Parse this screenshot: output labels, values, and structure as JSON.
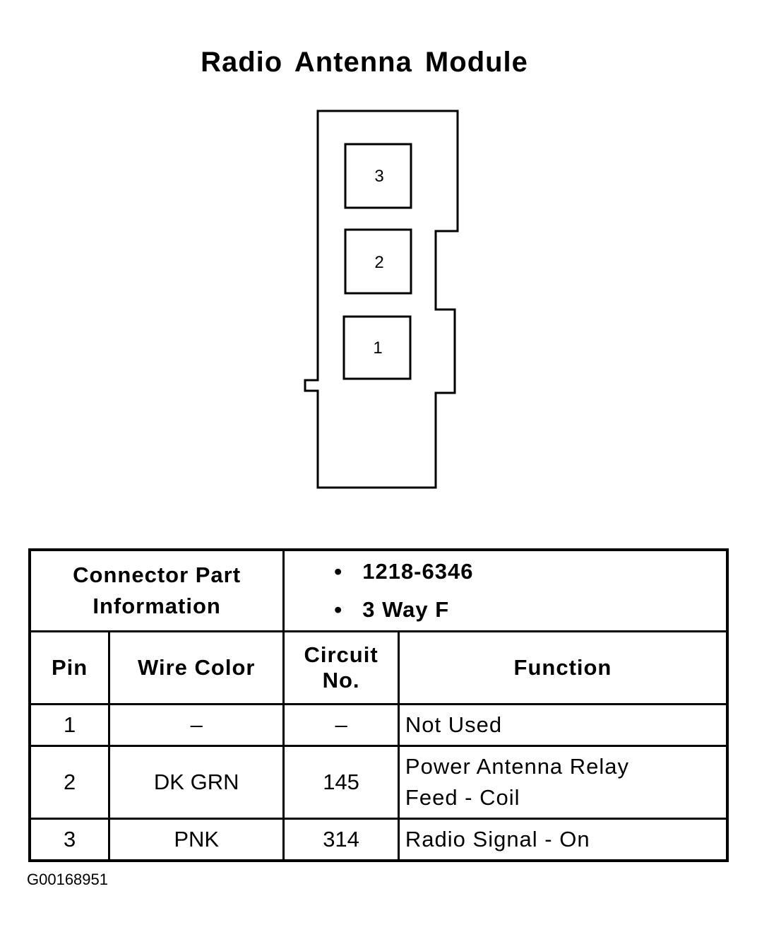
{
  "title": "Radio Antenna Module",
  "connector": {
    "pins": [
      "3",
      "2",
      "1"
    ]
  },
  "table": {
    "part_info_label_line1": "Connector Part",
    "part_info_label_line2": "Information",
    "part_info": [
      "1218-6346",
      "3 Way F"
    ],
    "bullet": "•",
    "headers": {
      "pin": "Pin",
      "wire_color": "Wire Color",
      "circuit_line1": "Circuit",
      "circuit_line2": "No.",
      "function": "Function"
    },
    "rows": [
      {
        "pin": "1",
        "wire_color": "–",
        "circuit": "–",
        "function_line1": "Not Used",
        "function_line2": ""
      },
      {
        "pin": "2",
        "wire_color": "DK GRN",
        "circuit": "145",
        "function_line1": "Power Antenna Relay",
        "function_line2": "Feed - Coil"
      },
      {
        "pin": "3",
        "wire_color": "PNK",
        "circuit": "314",
        "function_line1": "Radio Signal - On",
        "function_line2": ""
      }
    ]
  },
  "figure_id": "G00168951"
}
